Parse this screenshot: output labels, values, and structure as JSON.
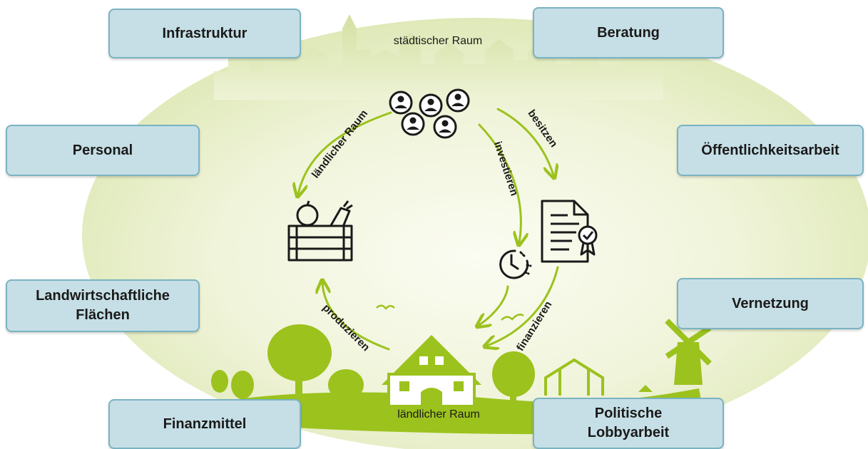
{
  "boxes": {
    "infrastruktur": "Infrastruktur",
    "beratung": "Beratung",
    "personal": "Personal",
    "oeffentlichkeitsarbeit": "Öffentlichkeitsarbeit",
    "landwirtschaftliche_line1": "Landwirtschaftliche",
    "landwirtschaftliche_line2": "Flächen",
    "vernetzung": "Vernetzung",
    "finanzmittel": "Finanzmittel",
    "politische_line1": "Politische",
    "politische_line2": "Lobbyarbeit"
  },
  "scene": {
    "urban_label": "städtischer Raum",
    "rural_label": "ländlicher Raum"
  },
  "cycle": {
    "laendlicher_raum": "ländlicher Raum",
    "besitzen": "besitzen",
    "investieren": "investieren",
    "finanzieren": "finanzieren",
    "produzieren": "produzieren"
  },
  "colors": {
    "ellipse": "#e8efcb",
    "arrow": "#9cc21e",
    "landscape": "#9cc21e",
    "box_fill": "#c6dfe6",
    "box_border": "#7ab3c2"
  }
}
